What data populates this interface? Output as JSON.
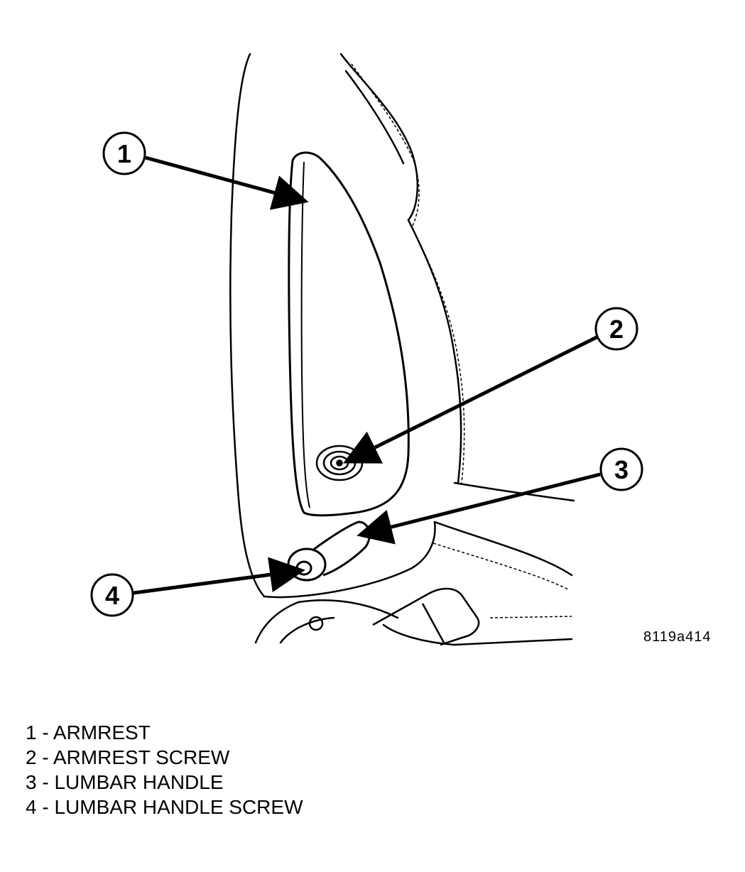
{
  "figure": {
    "id_label": "8119a414",
    "callouts": [
      {
        "num": "1"
      },
      {
        "num": "2"
      },
      {
        "num": "3"
      },
      {
        "num": "4"
      }
    ]
  },
  "legend": [
    {
      "text": "1 - ARMREST"
    },
    {
      "text": "2 - ARMREST SCREW"
    },
    {
      "text": "3 - LUMBAR HANDLE"
    },
    {
      "text": "4 - LUMBAR HANDLE SCREW"
    }
  ]
}
